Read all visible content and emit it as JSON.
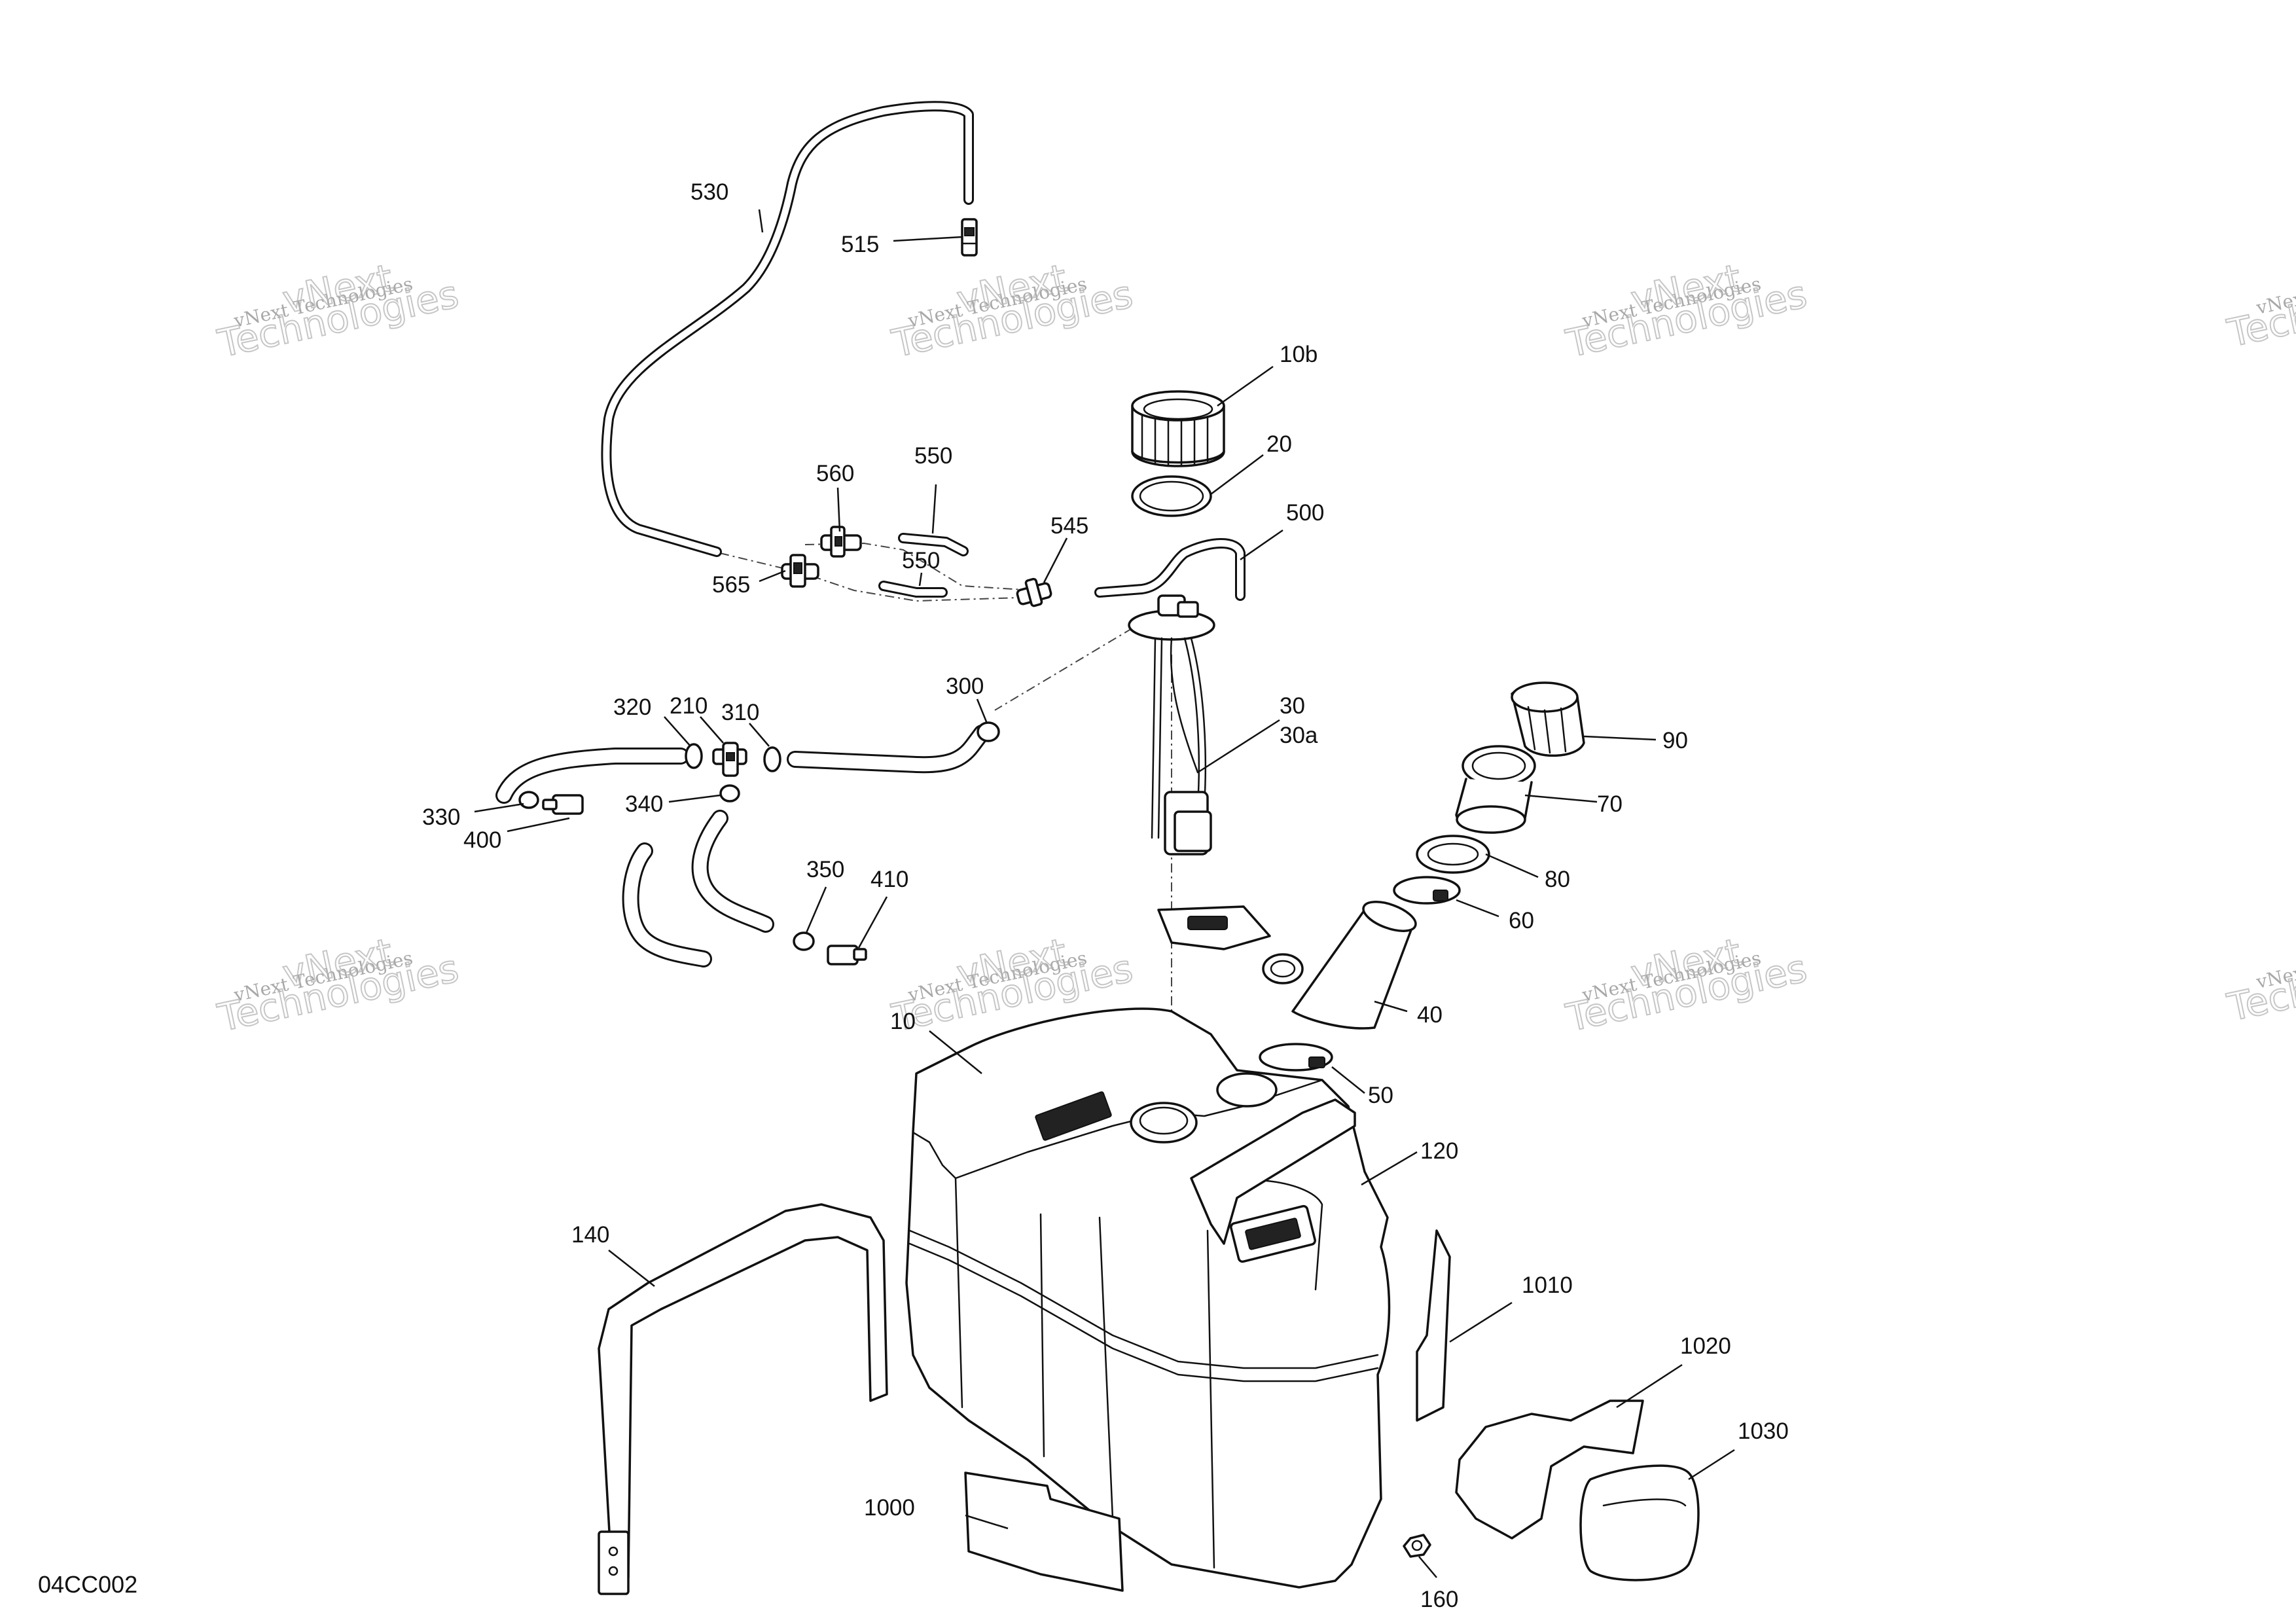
{
  "diagram_code": "04CC002",
  "watermark": {
    "line1": "vNext Technologies",
    "line2": "vNext",
    "line3": "Technologies"
  },
  "callouts": [
    {
      "id": "c530",
      "label": "530"
    },
    {
      "id": "c515",
      "label": "515"
    },
    {
      "id": "c10b",
      "label": "10b"
    },
    {
      "id": "c20",
      "label": "20"
    },
    {
      "id": "c500",
      "label": "500"
    },
    {
      "id": "c560",
      "label": "560"
    },
    {
      "id": "c550a",
      "label": "550"
    },
    {
      "id": "c550b",
      "label": "550"
    },
    {
      "id": "c545",
      "label": "545"
    },
    {
      "id": "c565",
      "label": "565"
    },
    {
      "id": "c300",
      "label": "300"
    },
    {
      "id": "c30",
      "label": "30"
    },
    {
      "id": "c30a",
      "label": "30a"
    },
    {
      "id": "c90",
      "label": "90"
    },
    {
      "id": "c70",
      "label": "70"
    },
    {
      "id": "c80",
      "label": "80"
    },
    {
      "id": "c60",
      "label": "60"
    },
    {
      "id": "c40",
      "label": "40"
    },
    {
      "id": "c50",
      "label": "50"
    },
    {
      "id": "c320",
      "label": "320"
    },
    {
      "id": "c210",
      "label": "210"
    },
    {
      "id": "c310",
      "label": "310"
    },
    {
      "id": "c330",
      "label": "330"
    },
    {
      "id": "c400",
      "label": "400"
    },
    {
      "id": "c340",
      "label": "340"
    },
    {
      "id": "c350",
      "label": "350"
    },
    {
      "id": "c410",
      "label": "410"
    },
    {
      "id": "c10",
      "label": "10"
    },
    {
      "id": "c120",
      "label": "120"
    },
    {
      "id": "c140",
      "label": "140"
    },
    {
      "id": "c1010",
      "label": "1010"
    },
    {
      "id": "c1020",
      "label": "1020"
    },
    {
      "id": "c1030",
      "label": "1030"
    },
    {
      "id": "c1000",
      "label": "1000"
    },
    {
      "id": "c160",
      "label": "160"
    }
  ]
}
